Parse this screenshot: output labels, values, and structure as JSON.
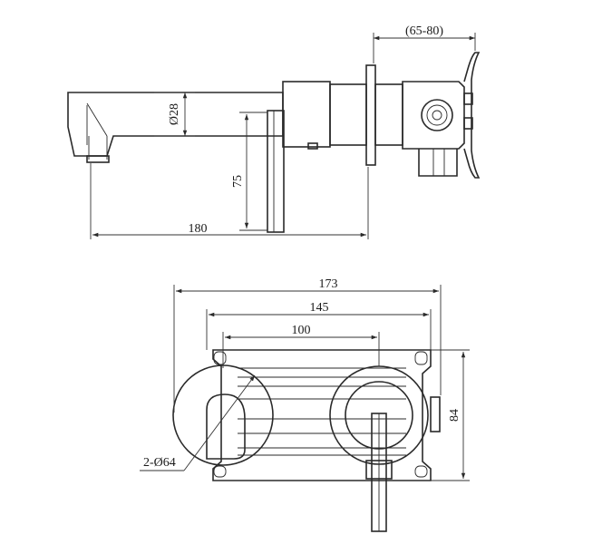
{
  "dimensions": {
    "wall_thickness": "(65-80)",
    "spout_diameter": "Ø28",
    "lever_height": "75",
    "spout_length": "180",
    "plate_overall_width": "173",
    "plate_hole_width": "145",
    "center_distance": "100",
    "plate_height": "84",
    "cover_diameter": "2-Ø64"
  },
  "colors": {
    "line": "#2a2a2a",
    "background": "#ffffff"
  }
}
